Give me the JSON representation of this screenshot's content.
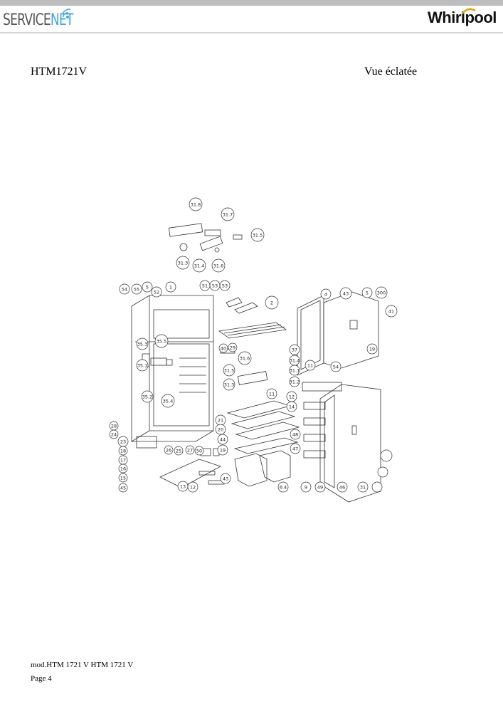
{
  "header": {
    "brand_left_main": "SERVICE",
    "brand_left_accent": "NET",
    "brand_right": "Whirlpool"
  },
  "document": {
    "model": "HTM1721V",
    "view_title": "Vue éclatée"
  },
  "diagram": {
    "callouts": [
      "31.8",
      "31.7",
      "31.5",
      "31.3",
      "31.4",
      "31.6",
      "54",
      "55",
      "5",
      "52",
      "1",
      "51",
      "53",
      "53",
      "2",
      "4",
      "43",
      "5",
      "300",
      "41",
      "35.3",
      "35.5",
      "35.1",
      "35.2",
      "35.4",
      "40",
      "29",
      "37",
      "31.4",
      "31.6",
      "31.1",
      "31.5",
      "31.3",
      "31.2",
      "19",
      "54",
      "11",
      "11",
      "12",
      "14",
      "48",
      "47",
      "28",
      "24",
      "23",
      "26",
      "25",
      "27",
      "50",
      "44",
      "21",
      "20",
      "19",
      "18",
      "17",
      "16",
      "15",
      "45",
      "13",
      "12",
      "43",
      "6.4",
      "9",
      "49",
      "46",
      "31"
    ]
  },
  "footer": {
    "mod_line": "mod.HTM 1721 V HTM 1721 V",
    "page_line": "Page 4"
  }
}
